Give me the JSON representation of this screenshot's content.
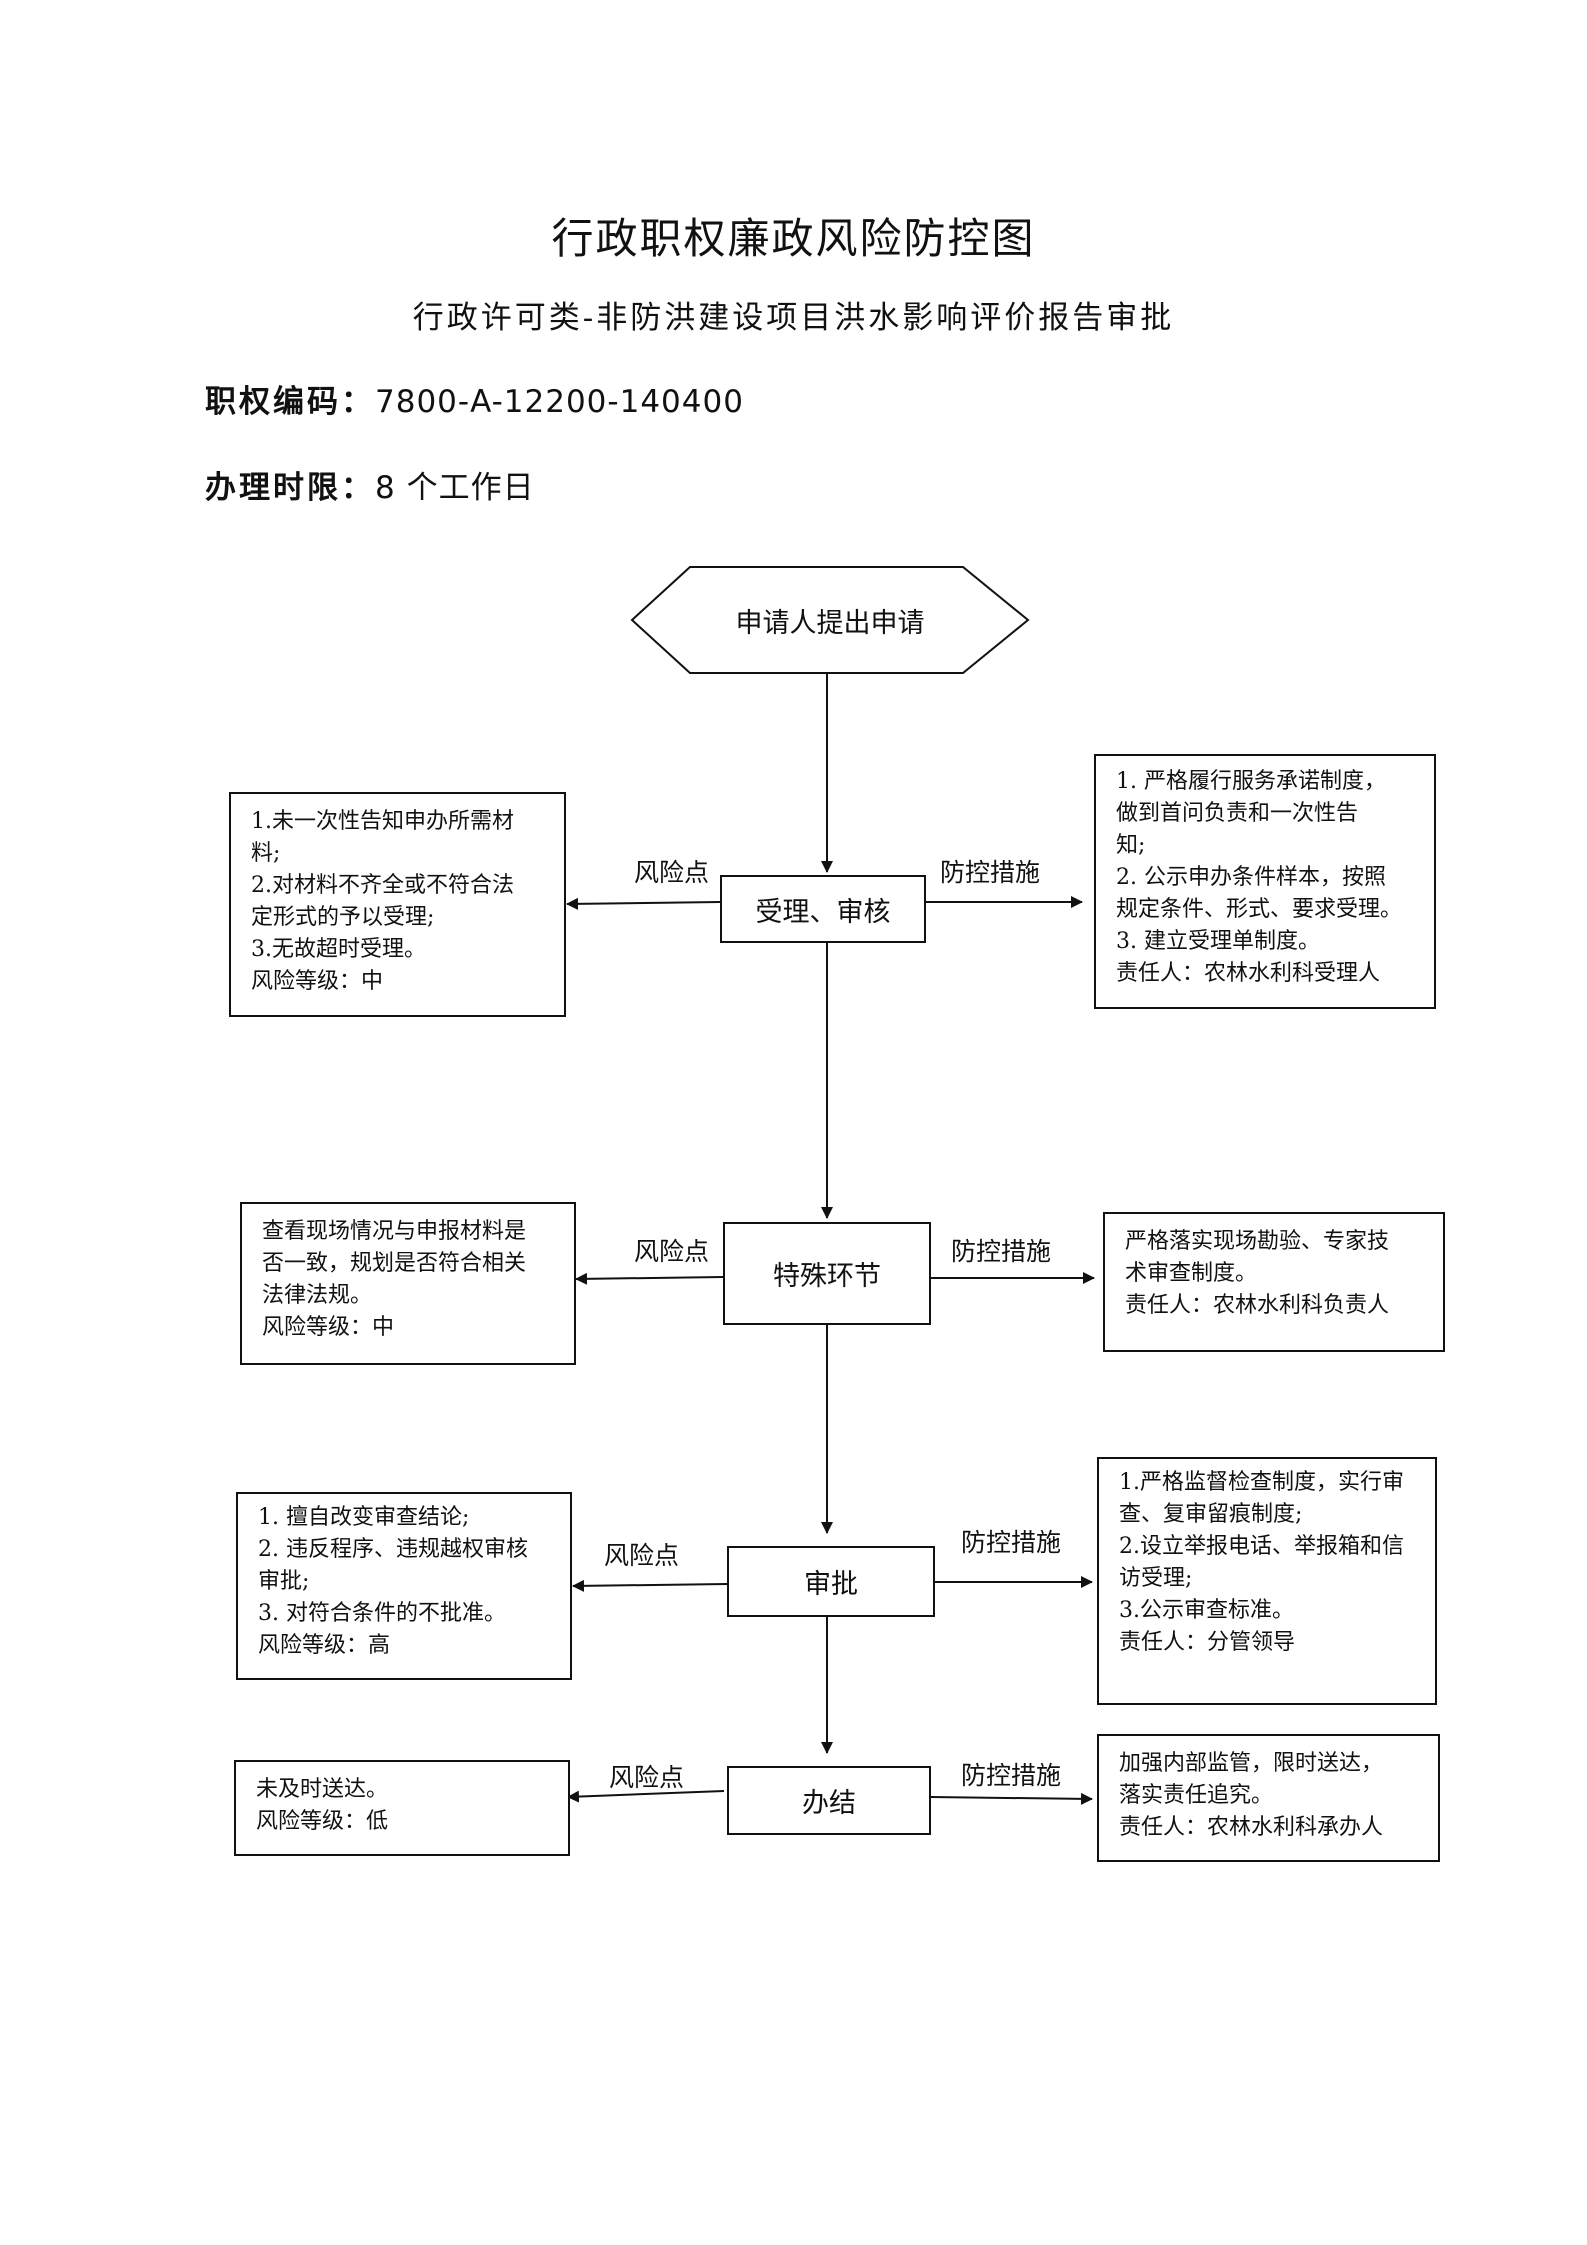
{
  "header": {
    "title": "行政职权廉政风险防控图",
    "subtitle": "行政许可类-非防洪建设项目洪水影响评价报告审批",
    "code_label": "职权编码：",
    "code_value": "7800-A-12200-140400",
    "limit_label": "办理时限：",
    "limit_value": "8 个工作日"
  },
  "flow": {
    "start": "申请人提出申请",
    "steps": [
      {
        "name": "受理、审核",
        "risk_label": "风险点",
        "control_label": "防控措施",
        "risks": [
          "1.未一次性告知申办所需材",
          "料;",
          "2.对材料不齐全或不符合法",
          "定形式的予以受理;",
          "3.无故超时受理。",
          "风险等级：中"
        ],
        "controls": [
          "1. 严格履行服务承诺制度，",
          "做到首问负责和一次性告",
          "知;",
          "2. 公示申办条件样本，按照",
          "规定条件、形式、要求受理。",
          "3. 建立受理单制度。",
          "责任人：农林水利科受理人"
        ]
      },
      {
        "name": "特殊环节",
        "risk_label": "风险点",
        "control_label": "防控措施",
        "risks": [
          "查看现场情况与申报材料是",
          "否一致，规划是否符合相关",
          "法律法规。",
          "风险等级：中"
        ],
        "controls": [
          "严格落实现场勘验、专家技",
          "术审查制度。",
          "责任人：农林水利科负责人"
        ]
      },
      {
        "name": "审批",
        "risk_label": "风险点",
        "control_label": "防控措施",
        "risks": [
          "1. 擅自改变审查结论;",
          "2. 违反程序、违规越权审核",
          "审批;",
          "3. 对符合条件的不批准。",
          "风险等级：高"
        ],
        "controls": [
          "1.严格监督检查制度，实行审",
          "查、复审留痕制度;",
          "2.设立举报电话、举报箱和信",
          "访受理;",
          "3.公示审查标准。",
          "责任人：分管领导"
        ]
      },
      {
        "name": "办结",
        "risk_label": "风险点",
        "control_label": "防控措施",
        "risks": [
          "未及时送达。",
          "风险等级：低"
        ],
        "controls": [
          "加强内部监管，限时送达，",
          "落实责任追究。",
          "责任人：农林水利科承办人"
        ]
      }
    ]
  }
}
